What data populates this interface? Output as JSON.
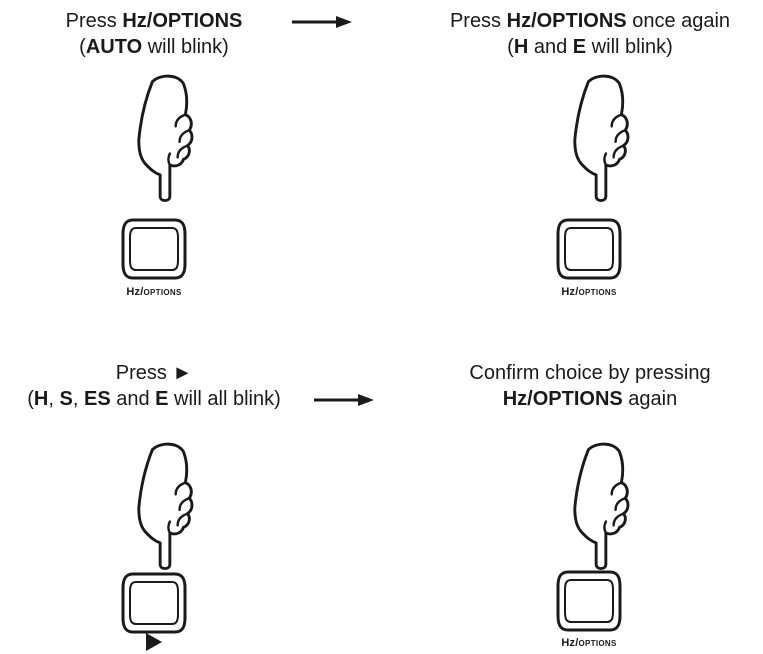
{
  "steps": [
    {
      "line1_prefix": "Press ",
      "line1_bold": "Hz/OPTIONS",
      "line1_suffix": "",
      "line2_open": "(",
      "line2_bold": "AUTO",
      "line2_rest": " will blink)",
      "button_label_main": "Hz",
      "button_label_slash": "/",
      "button_label_small": "OPTIONS"
    },
    {
      "line1_prefix": "Press ",
      "line1_bold": "Hz/OPTIONS",
      "line1_suffix": " once again",
      "line2_open": "(",
      "line2_bold_a": "H",
      "line2_mid": " and ",
      "line2_bold_b": "E",
      "line2_rest": " will blink)",
      "button_label_main": "Hz",
      "button_label_slash": "/",
      "button_label_small": "OPTIONS"
    },
    {
      "line1_prefix": "Press ",
      "line1_symbol": "►",
      "line2_open": "(",
      "line2_b1": "H",
      "line2_sep1": ", ",
      "line2_b2": "S",
      "line2_sep2": ", ",
      "line2_b3": "ES",
      "line2_mid": " and ",
      "line2_b4": "E",
      "line2_rest": " will all blink)",
      "button_symbol": "play-triangle"
    },
    {
      "line1": "Confirm choice by pressing",
      "line2_bold": "Hz/OPTIONS",
      "line2_rest": " again",
      "button_label_main": "Hz",
      "button_label_slash": "/",
      "button_label_small": "OPTIONS"
    }
  ],
  "icons": {
    "hand": "pointing-hand-icon",
    "button": "rounded-button-icon",
    "arrow": "right-arrow-icon",
    "play": "play-triangle-icon"
  }
}
